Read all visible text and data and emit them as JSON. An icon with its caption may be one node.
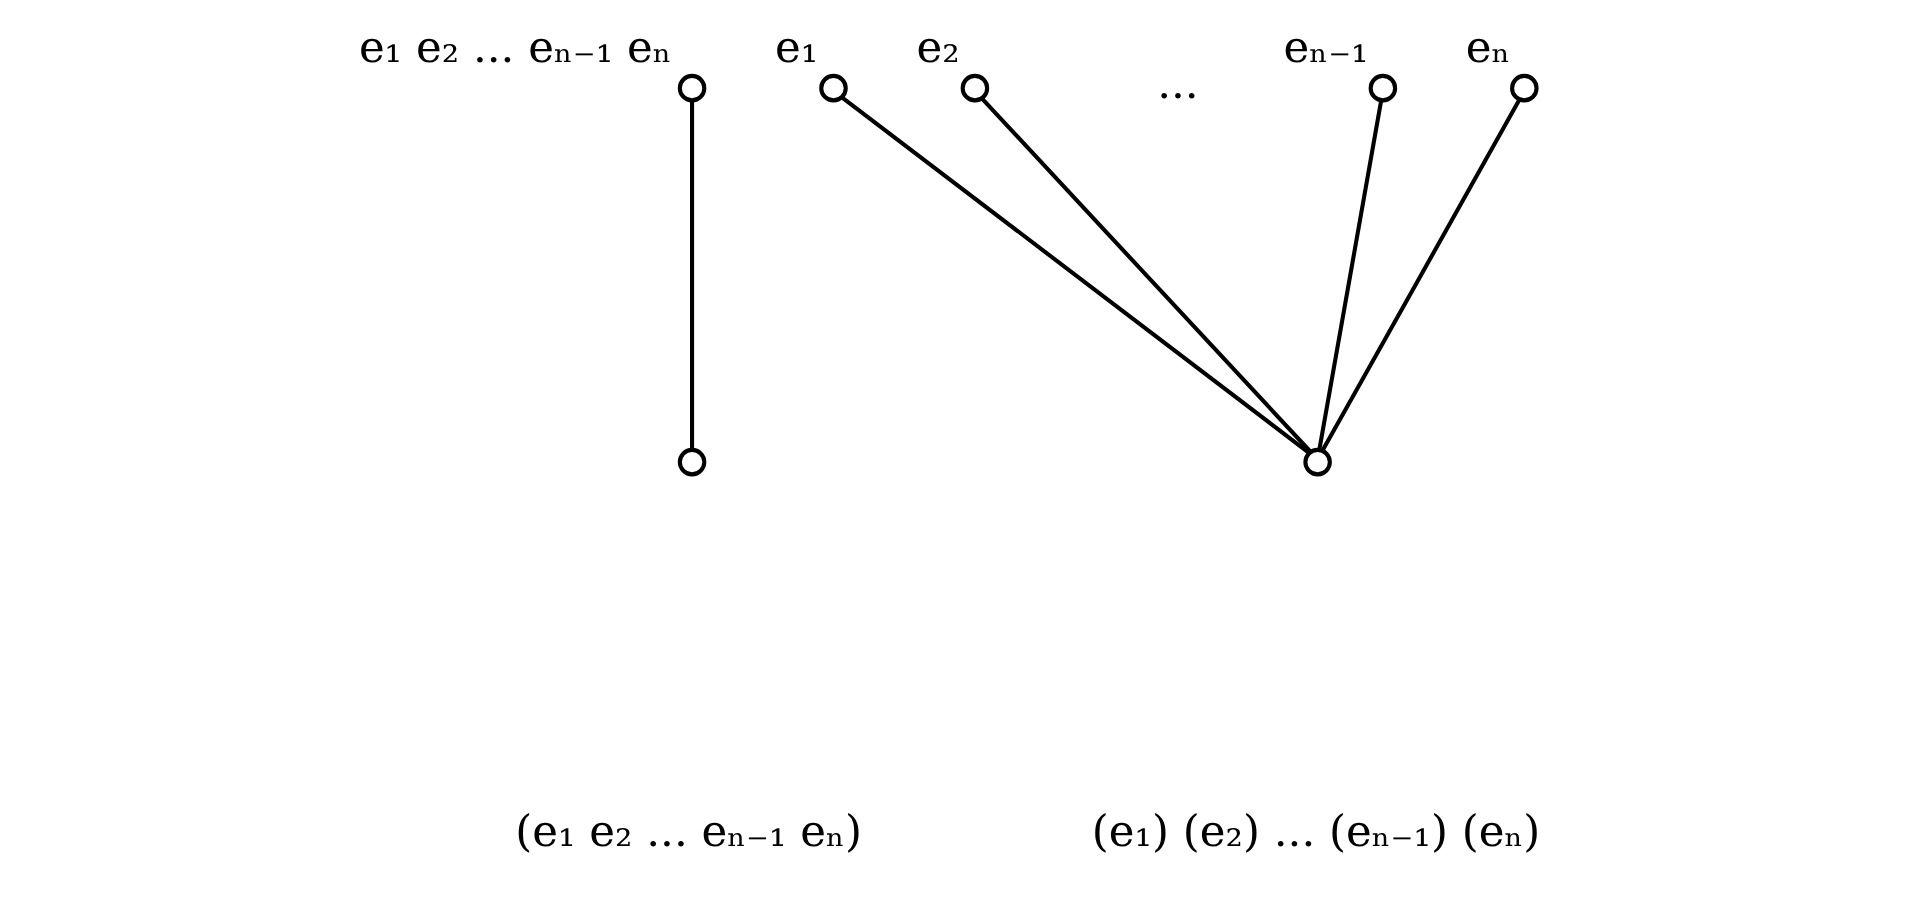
{
  "diagram": {
    "nodes": [
      {
        "text": [],
        "shape": "circle",
        "beside": [
          "e₁ e₂ ... eₙ₋₁ eₙ"
        ]
      },
      {
        "text": [],
        "shape": "circle"
      },
      {
        "text": [],
        "shape": "circle",
        "beside": [
          "e₁"
        ]
      },
      {
        "text": [],
        "shape": "circle",
        "beside": [
          "e₂"
        ]
      },
      {
        "text": [],
        "shape": "circle",
        "beside": [
          "eₙ₋₁"
        ]
      },
      {
        "text": [],
        "shape": "circle",
        "beside": [
          "eₙ"
        ]
      },
      {
        "text": [],
        "shape": "circle"
      }
    ],
    "edges": [
      {
        "from": 0,
        "to": 1,
        "arrow": "none"
      },
      {
        "from": 2,
        "to": 6,
        "arrow": "none"
      },
      {
        "from": 3,
        "to": 6,
        "arrow": "none"
      },
      {
        "from": 4,
        "to": 6,
        "arrow": "none"
      },
      {
        "from": 5,
        "to": 6,
        "arrow": "none"
      }
    ],
    "labels": [
      "...",
      "(e₁ e₂ ... eₙ₋₁ eₙ)",
      "(e₁) (e₂) ... (eₙ₋₁) (eₙ)"
    ]
  }
}
